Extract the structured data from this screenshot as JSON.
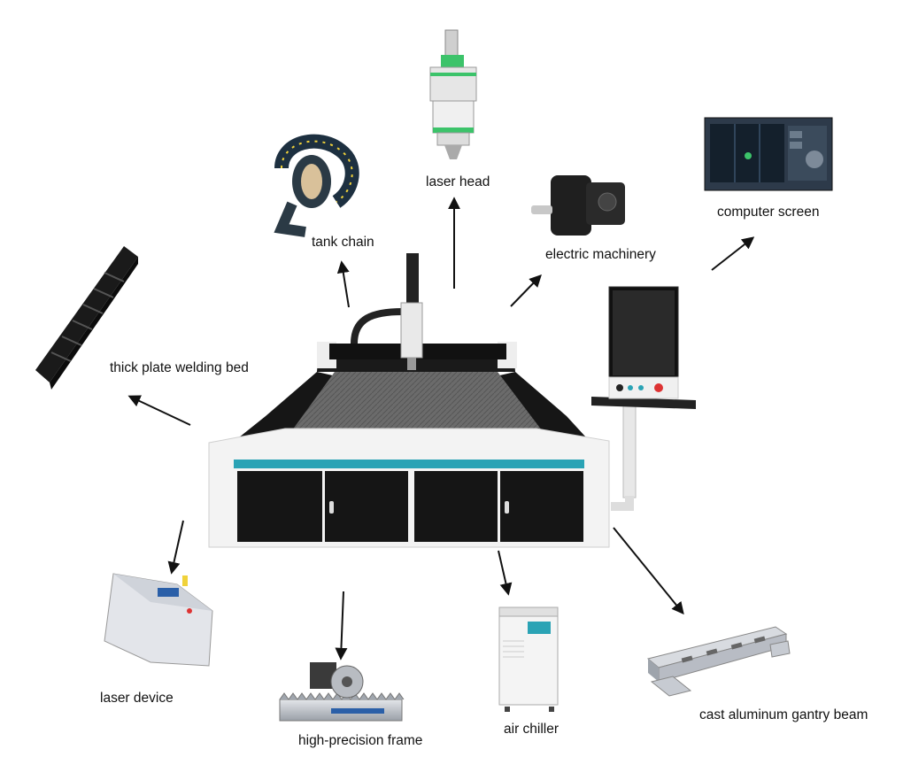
{
  "components": {
    "laser_head": "laser head",
    "tank_chain": "tank chain",
    "electric_machinery": "electric machinery",
    "computer_screen": "computer screen",
    "welding_bed": "thick plate welding bed",
    "laser_device": "laser device",
    "precision_frame": "high-precision frame",
    "air_chiller": "air chiller",
    "gantry_beam": "cast aluminum gantry beam"
  },
  "colors": {
    "accent_teal": "#2aa3b5",
    "cabinet_black": "#151515",
    "machine_white": "#f2f2f2",
    "head_green": "#3cc36a",
    "chain_yellow": "#f0d23a"
  }
}
